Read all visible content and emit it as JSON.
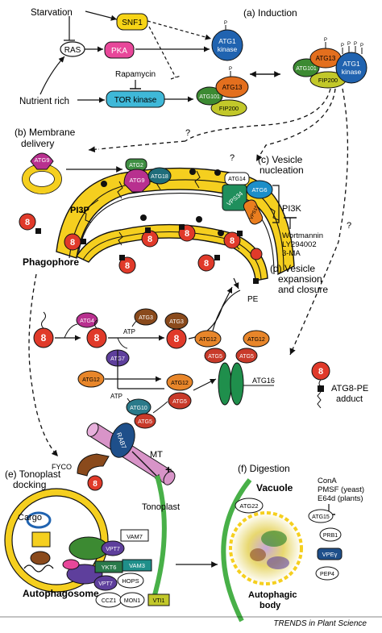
{
  "sections": {
    "a": "(a) Induction",
    "b1": "(b) Membrane",
    "b2": "delivery",
    "c1": "(c) Vesicle",
    "c2": "nucleation",
    "d1": "(d) Vesicle",
    "d2": "expansion",
    "d3": "and closure",
    "e1": "(e) Tonoplast",
    "e2": "docking",
    "f": "(f) Digestion"
  },
  "induction": {
    "starvation": "Starvation",
    "ras": "RAS",
    "nutrient_rich": "Nutrient rich",
    "snf1": "SNF1",
    "pka": "PKA",
    "rapamycin": "Rapamycin",
    "tor_kinase": "TOR kinase",
    "atg1_kinase_line1": "ATG1",
    "atg1_kinase_line2": "kinase",
    "atg13": "ATG13",
    "atg101": "ATG101",
    "fip200": "FIP200",
    "atg13b": "ATG13",
    "atg101b": "ATG101",
    "fip200b": "FIP200",
    "atg1b_line1": "ATG1",
    "atg1b_line2": "kinase",
    "p": "P"
  },
  "membrane": {
    "atg9": "ATG9",
    "atg2": "ATG2",
    "atg9b": "ATG9",
    "atg18": "ATG18",
    "pi3p": "PI3P",
    "phagophore": "Phagophore",
    "question": "?"
  },
  "nucleation": {
    "atg14": "ATG14",
    "atg6": "ATG6",
    "vps34": "VPS34",
    "vps15": "VPS15",
    "pi3k": "PI3K",
    "wortmannin": "Wortmannin",
    "ly": "LY294002",
    "three_ma": "3-MA"
  },
  "conjugation": {
    "eight": "8",
    "atg4": "ATG4",
    "atg3": "ATG3",
    "atg3b": "ATG3",
    "atp": "ATP",
    "atp2": "ATP",
    "atg7": "ATG7",
    "atg12": "ATG12",
    "atg10": "ATG10",
    "atg12b": "ATG12",
    "atg5": "ATG5",
    "atg5b": "ATG5",
    "atg12c": "ATG12",
    "atg12d": "ATG12",
    "atg5c": "ATG5",
    "atg5d": "ATG5",
    "atg16": "ATG16",
    "pe": "PE",
    "adduct1": "ATG8-PE",
    "adduct2": "adduct"
  },
  "docking": {
    "mt": "MT",
    "plus": "+",
    "fyco": "FYCO",
    "rab7": "RAB7",
    "cargo": "Cargo",
    "tonoplast": "Tonoplast",
    "vam7": "VAM7",
    "vpt7": "VPT7",
    "ykt6": "YKT6",
    "vam3": "VAM3",
    "vpt7b": "VPT7",
    "hops": "HOPS",
    "ccz1": "CCZ1",
    "mon1": "MON1",
    "vti1": "VTI1",
    "autophagosome": "Autophagosome"
  },
  "digestion": {
    "vacuole": "Vacuole",
    "atg22": "ATG22",
    "cona": "ConA",
    "pmsf": "PMSF (yeast)",
    "e64d": "E64d (plants)",
    "atg15": "ATG15",
    "prb1": "PRB1",
    "vpe": "VPEγ",
    "pep4": "PEP4",
    "body1": "Autophagic",
    "body2": "body"
  },
  "footer": "TRENDS in Plant Science",
  "colors": {
    "snf1": "#f7d416",
    "pka": "#e8479a",
    "tor": "#3fb8d8",
    "atg1": "#2063b0",
    "atg13": "#e36f1e",
    "atg101": "#3c8a32",
    "fip200": "#c2c82a",
    "atg9": "#b8308f",
    "atg2": "#3f8f43",
    "atg18": "#1f6d7a",
    "phagophore": "#f5cf1f",
    "atg8": "#e03a2a",
    "atg6": "#1c8ec8",
    "vps34": "#1f8f5c",
    "vps15": "#ea7e1f",
    "atg3": "#8a4a1c",
    "atg7": "#5e3f9c",
    "atg10": "#2a7a8a",
    "atg12": "#e8862a",
    "atg5": "#c83a2a",
    "atg16": "#1f8f4c",
    "mt": "#d894c8",
    "rab7": "#1e4f8a",
    "vacuole_membrane": "#48b048"
  }
}
